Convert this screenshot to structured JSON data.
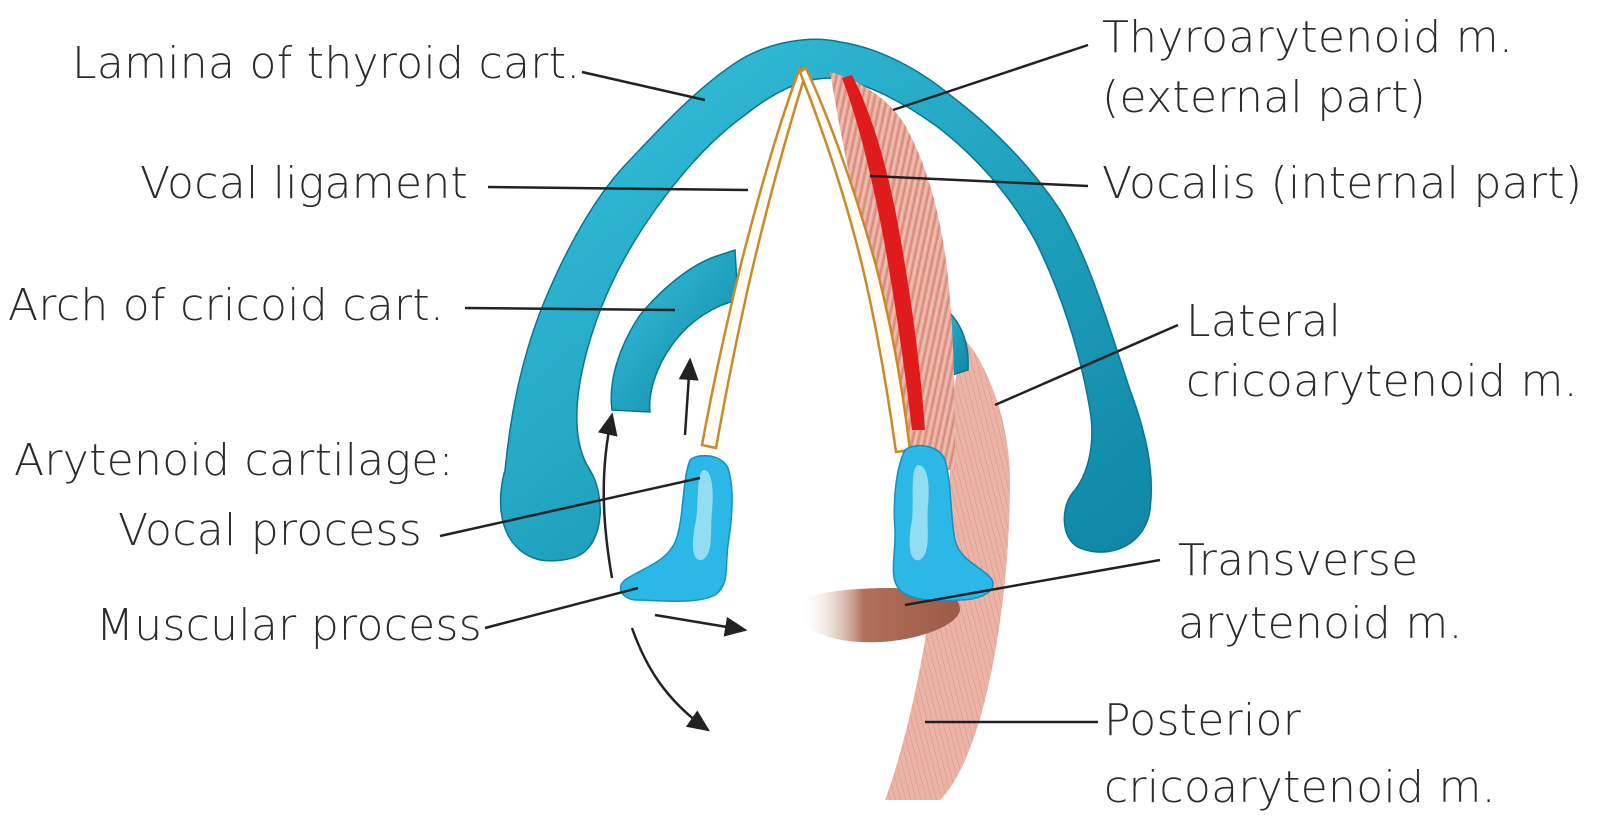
{
  "labels": {
    "lamina": "Lamina of thyroid cart.",
    "vocal_ligament": "Vocal ligament",
    "arch_cricoid": "Arch of cricoid cart.",
    "arytenoid_heading": "Arytenoid cartilage:",
    "vocal_process": "Vocal process",
    "muscular_process": "Muscular process",
    "thyroarytenoid_1": "Thyroarytenoid m.",
    "thyroarytenoid_2": "(external part)",
    "vocalis": "Vocalis (internal part)",
    "lateral_1": "Lateral",
    "lateral_2": "cricoarytenoid m.",
    "transverse_1": "Transverse",
    "transverse_2": "arytenoid m.",
    "posterior_1": "Posterior",
    "posterior_2": "cricoarytenoid m."
  },
  "colors": {
    "cartilage": "#1aa6c6",
    "cartilage_dark": "#0b7f9c",
    "arytenoid": "#2bb8e6",
    "ligament": "#c98a2a",
    "muscle": "#e8a596",
    "muscle_line": "#c96a5a",
    "vocalis": "#e01b1b",
    "leader": "#222222"
  }
}
